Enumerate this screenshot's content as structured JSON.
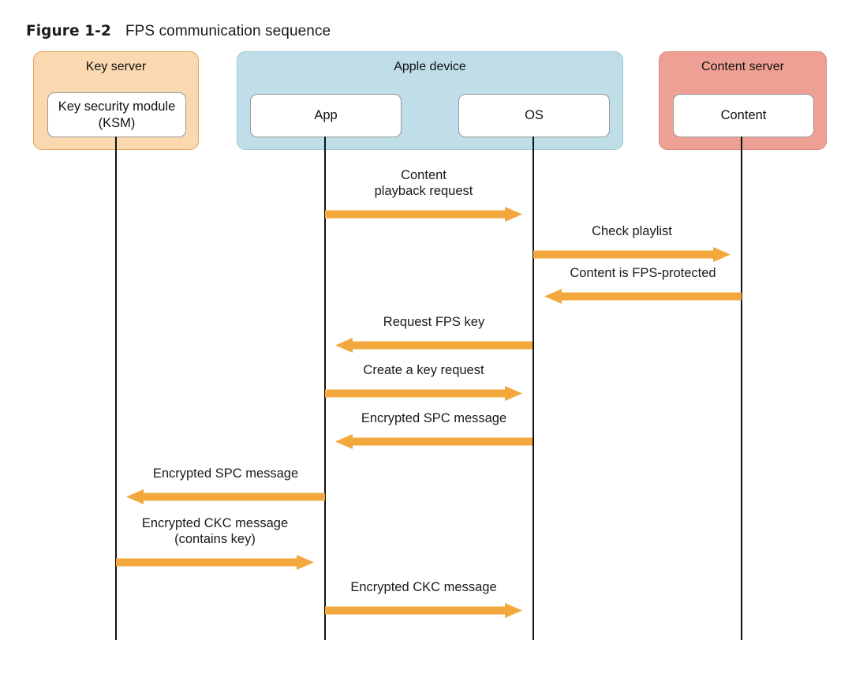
{
  "figure": {
    "label": "Figure 1-2",
    "title": "FPS communication sequence"
  },
  "colors": {
    "arrow": "#F2A83C",
    "key_server_fill": "#FAD8B0",
    "key_server_border": "#E3A463",
    "apple_device_fill": "#BFDEE8",
    "apple_device_border": "#9CC9D6",
    "content_server_fill": "#EFA094",
    "content_server_border": "#D78A7D",
    "lifeline": "#111111",
    "inner_box_fill": "#FFFFFF",
    "inner_box_border": "#9A9A9A"
  },
  "participants": [
    {
      "id": "key-server",
      "group_title": "Key server",
      "inner_label": "Key security module\n(KSM)",
      "inner_label_line1": "Key security module",
      "inner_label_line2": "(KSM)"
    },
    {
      "id": "apple-device",
      "group_title": "Apple device",
      "inner_label_app": "App",
      "inner_label_os": "OS"
    },
    {
      "id": "content-server",
      "group_title": "Content server",
      "inner_label": "Content"
    }
  ],
  "messages": [
    {
      "id": "content-playback-request",
      "label_line1": "Content",
      "label_line2": "playback request",
      "from": "App",
      "to": "OS",
      "direction": "right"
    },
    {
      "id": "check-playlist",
      "label_line1": "Check playlist",
      "label_line2": "",
      "from": "OS",
      "to": "Content",
      "direction": "right"
    },
    {
      "id": "content-is-fps-protected",
      "label_line1": "Content is FPS-protected",
      "label_line2": "",
      "from": "Content",
      "to": "OS",
      "direction": "left"
    },
    {
      "id": "request-fps-key",
      "label_line1": "Request FPS key",
      "label_line2": "",
      "from": "OS",
      "to": "App",
      "direction": "left"
    },
    {
      "id": "create-a-key-request",
      "label_line1": "Create a key request",
      "label_line2": "",
      "from": "App",
      "to": "OS",
      "direction": "right"
    },
    {
      "id": "encrypted-spc-message-os-to-app",
      "label_line1": "Encrypted SPC message",
      "label_line2": "",
      "from": "OS",
      "to": "App",
      "direction": "left"
    },
    {
      "id": "encrypted-spc-message-app-to-ksm",
      "label_line1": "Encrypted SPC message",
      "label_line2": "",
      "from": "App",
      "to": "KSM",
      "direction": "left"
    },
    {
      "id": "encrypted-ckc-message-ksm-to-app",
      "label_line1": "Encrypted CKC message",
      "label_line2": "(contains key)",
      "from": "KSM",
      "to": "App",
      "direction": "right"
    },
    {
      "id": "encrypted-ckc-message-app-to-os",
      "label_line1": "Encrypted CKC message",
      "label_line2": "",
      "from": "App",
      "to": "OS",
      "direction": "right"
    }
  ]
}
